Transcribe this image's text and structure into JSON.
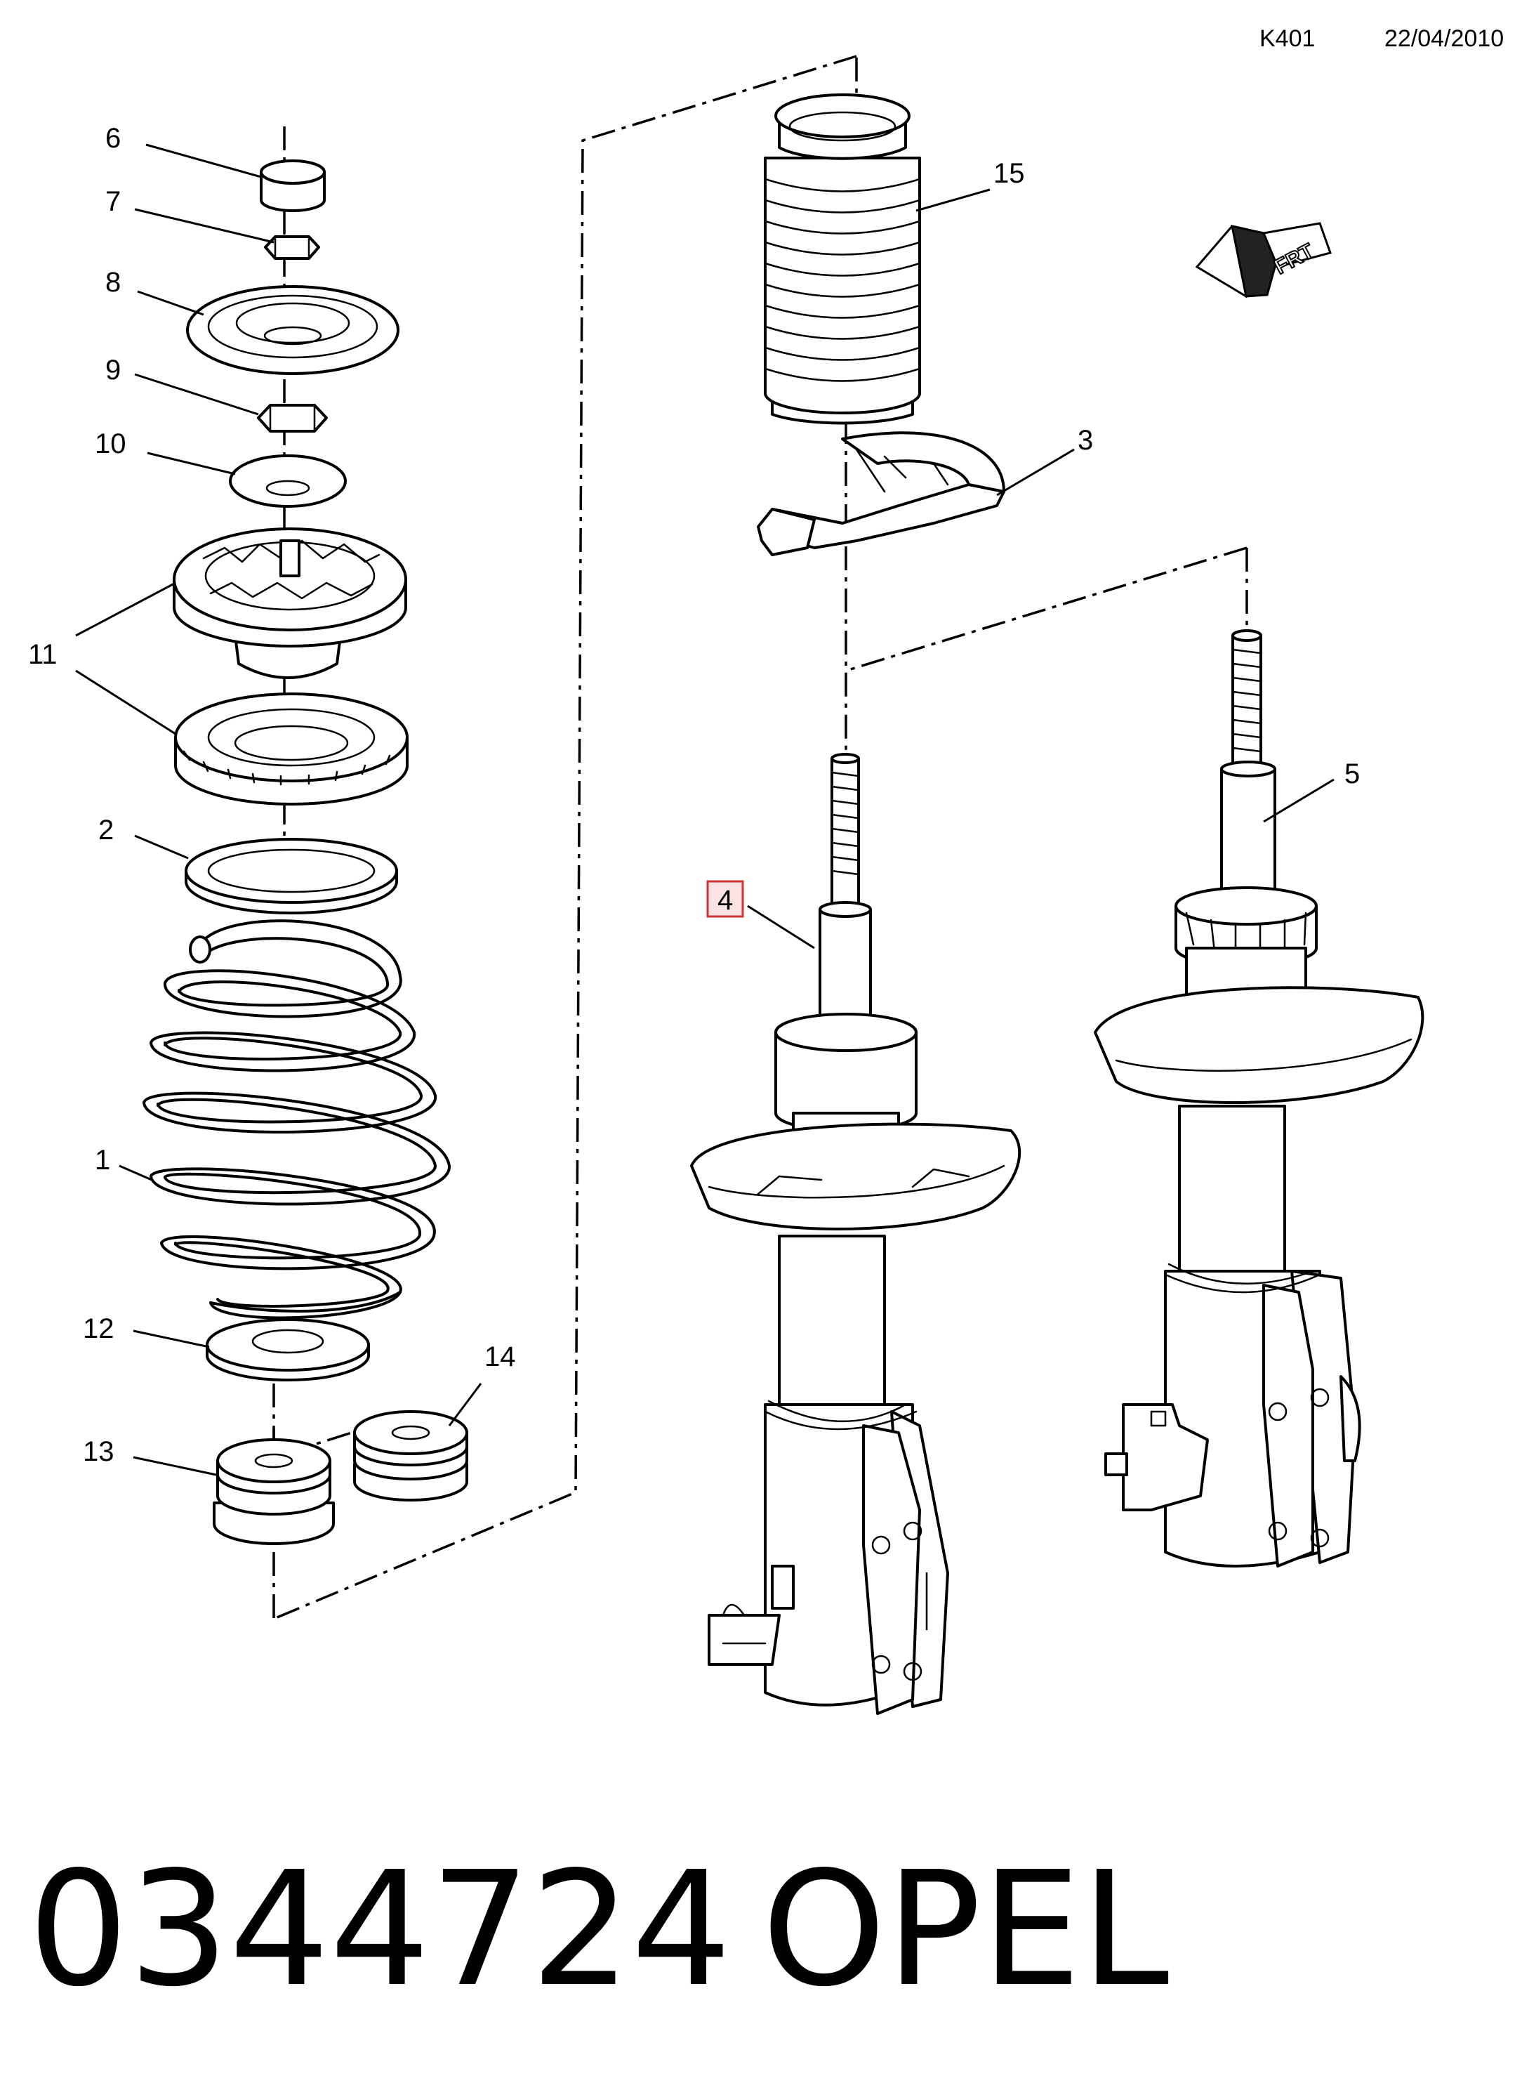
{
  "header": {
    "code": "K401",
    "date": "22/04/2010"
  },
  "direction_label": "FRT",
  "callouts": {
    "c1": "1",
    "c2": "2",
    "c3": "3",
    "c4": "4",
    "c5": "5",
    "c6": "6",
    "c7": "7",
    "c8": "8",
    "c9": "9",
    "c10": "10",
    "c11": "11",
    "c12": "12",
    "c13": "13",
    "c14": "14",
    "c15": "15"
  },
  "highlight": {
    "callout": "4",
    "color": "#cc3333",
    "fill": "#fbe3e3"
  },
  "footer": {
    "part_number": "0344724",
    "brand": "OPEL"
  }
}
